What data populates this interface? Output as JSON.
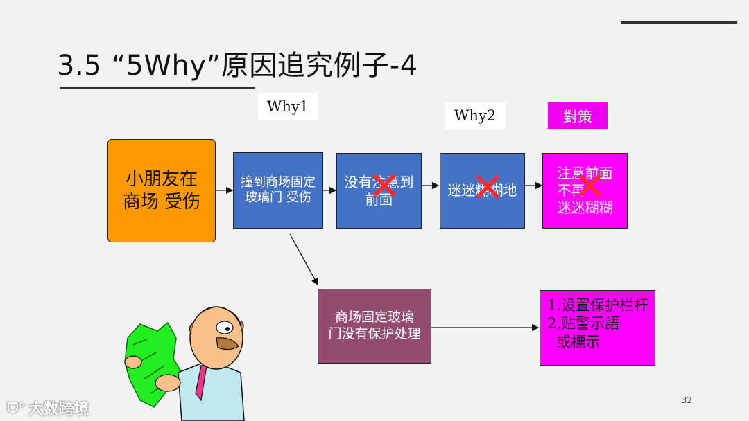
{
  "slide": {
    "title": "3.5 “5Why”原因追究例子-4",
    "page_number": "32"
  },
  "labels": {
    "why1": "Why1",
    "why2": "Why2",
    "countermeasure": "對策"
  },
  "flow": {
    "start": "小朋友在\n商场 受伤",
    "step1": "撞到商场固定\n玻璃门 受伤",
    "step2": "没有注意到\n前面",
    "step3": "迷迷糊糊地",
    "step4": "注意前面\n不再\n迷迷糊糊",
    "root_cause": "商场固定玻璃\n门没有保护处理",
    "measures": "1.设置保护栏杆\n2.贴警示語\n  或標示"
  },
  "colors": {
    "orange": "#ff9900",
    "blue": "#4472c4",
    "magenta": "#ff00ff",
    "plum": "#944b70",
    "cross": "#ff2a2a"
  },
  "watermark": {
    "text": "大数跨境"
  }
}
